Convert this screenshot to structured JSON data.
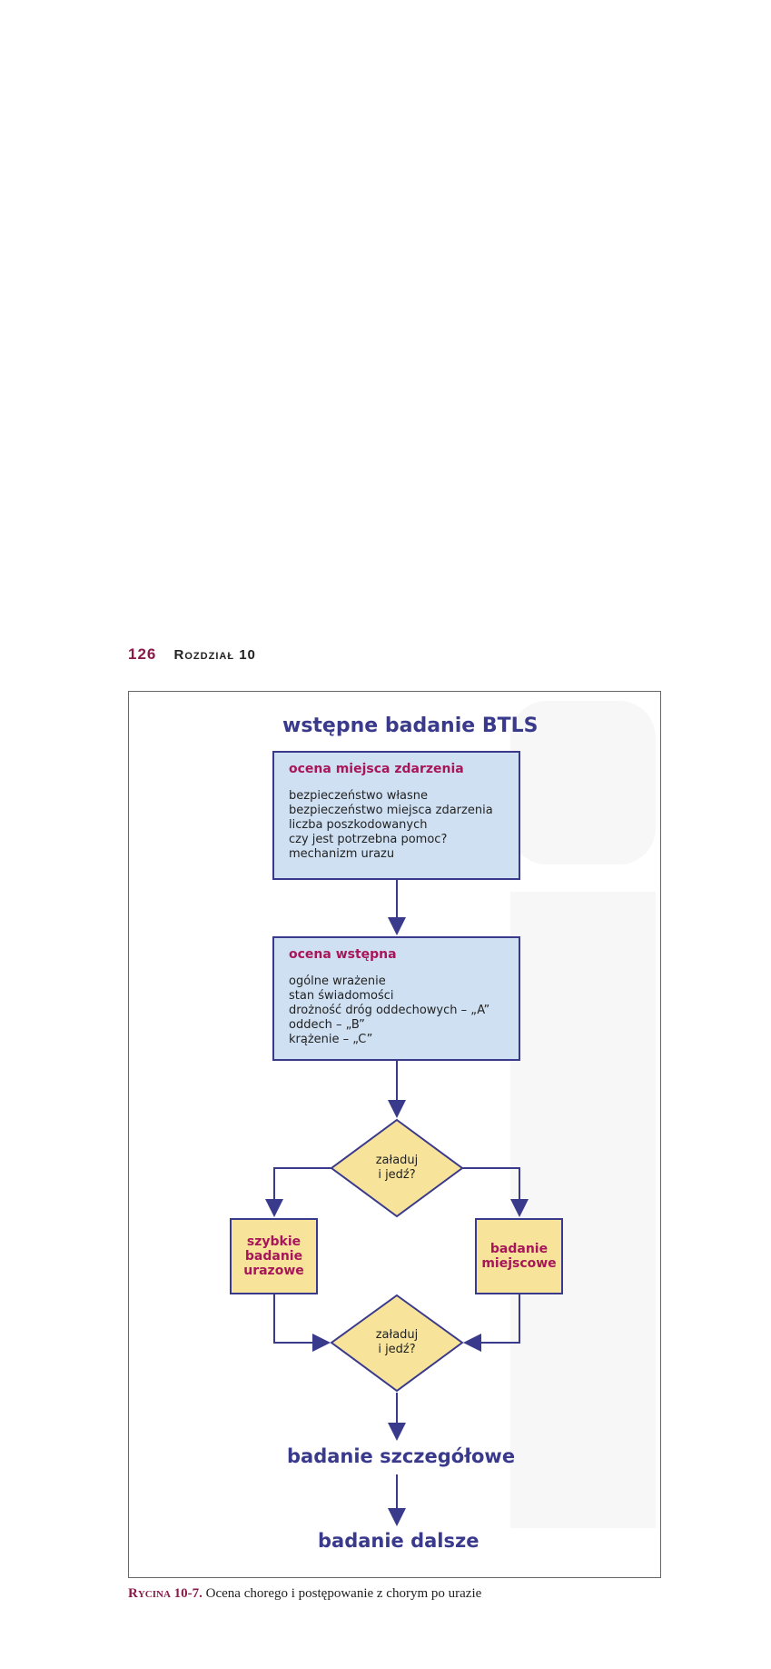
{
  "header": {
    "page_number": "126",
    "chapter": "Rozdział 10"
  },
  "diagram": {
    "title": "wstępne badanie BTLS",
    "scene_box": {
      "heading": "ocena miejsca zdarzenia",
      "lines": [
        "bezpieczeństwo własne",
        "bezpieczeństwo miejsca zdarzenia",
        "liczba poszkodowanych",
        "czy jest potrzebna pomoc?",
        "mechanizm urazu"
      ]
    },
    "initial_box": {
      "heading": "ocena wstępna",
      "lines": [
        "ogólne wrażenie",
        "stan świadomości",
        "drożność dróg oddechowych – „A”",
        "oddech – „B”",
        "krążenie – „C”"
      ]
    },
    "decision1": {
      "line1": "załaduj",
      "line2": "i jedź?"
    },
    "rapid_box": {
      "line1": "szybkie",
      "line2": "badanie",
      "line3": "urazowe"
    },
    "focused_box": {
      "line1": "badanie",
      "line2": "miejscowe"
    },
    "decision2": {
      "line1": "załaduj",
      "line2": "i jedź?"
    },
    "detailed": "badanie szczegółowe",
    "ongoing": "badanie dalsze"
  },
  "caption": {
    "label": "Rycina",
    "figure": "10-7.",
    "text": "Ocena chorego i postępowanie z chorym po urazie"
  },
  "colors": {
    "navy": "#3a3a8c",
    "magenta": "#a8165a",
    "blue_box": "#cfe0f2",
    "yellow_box": "#f7e39a"
  }
}
